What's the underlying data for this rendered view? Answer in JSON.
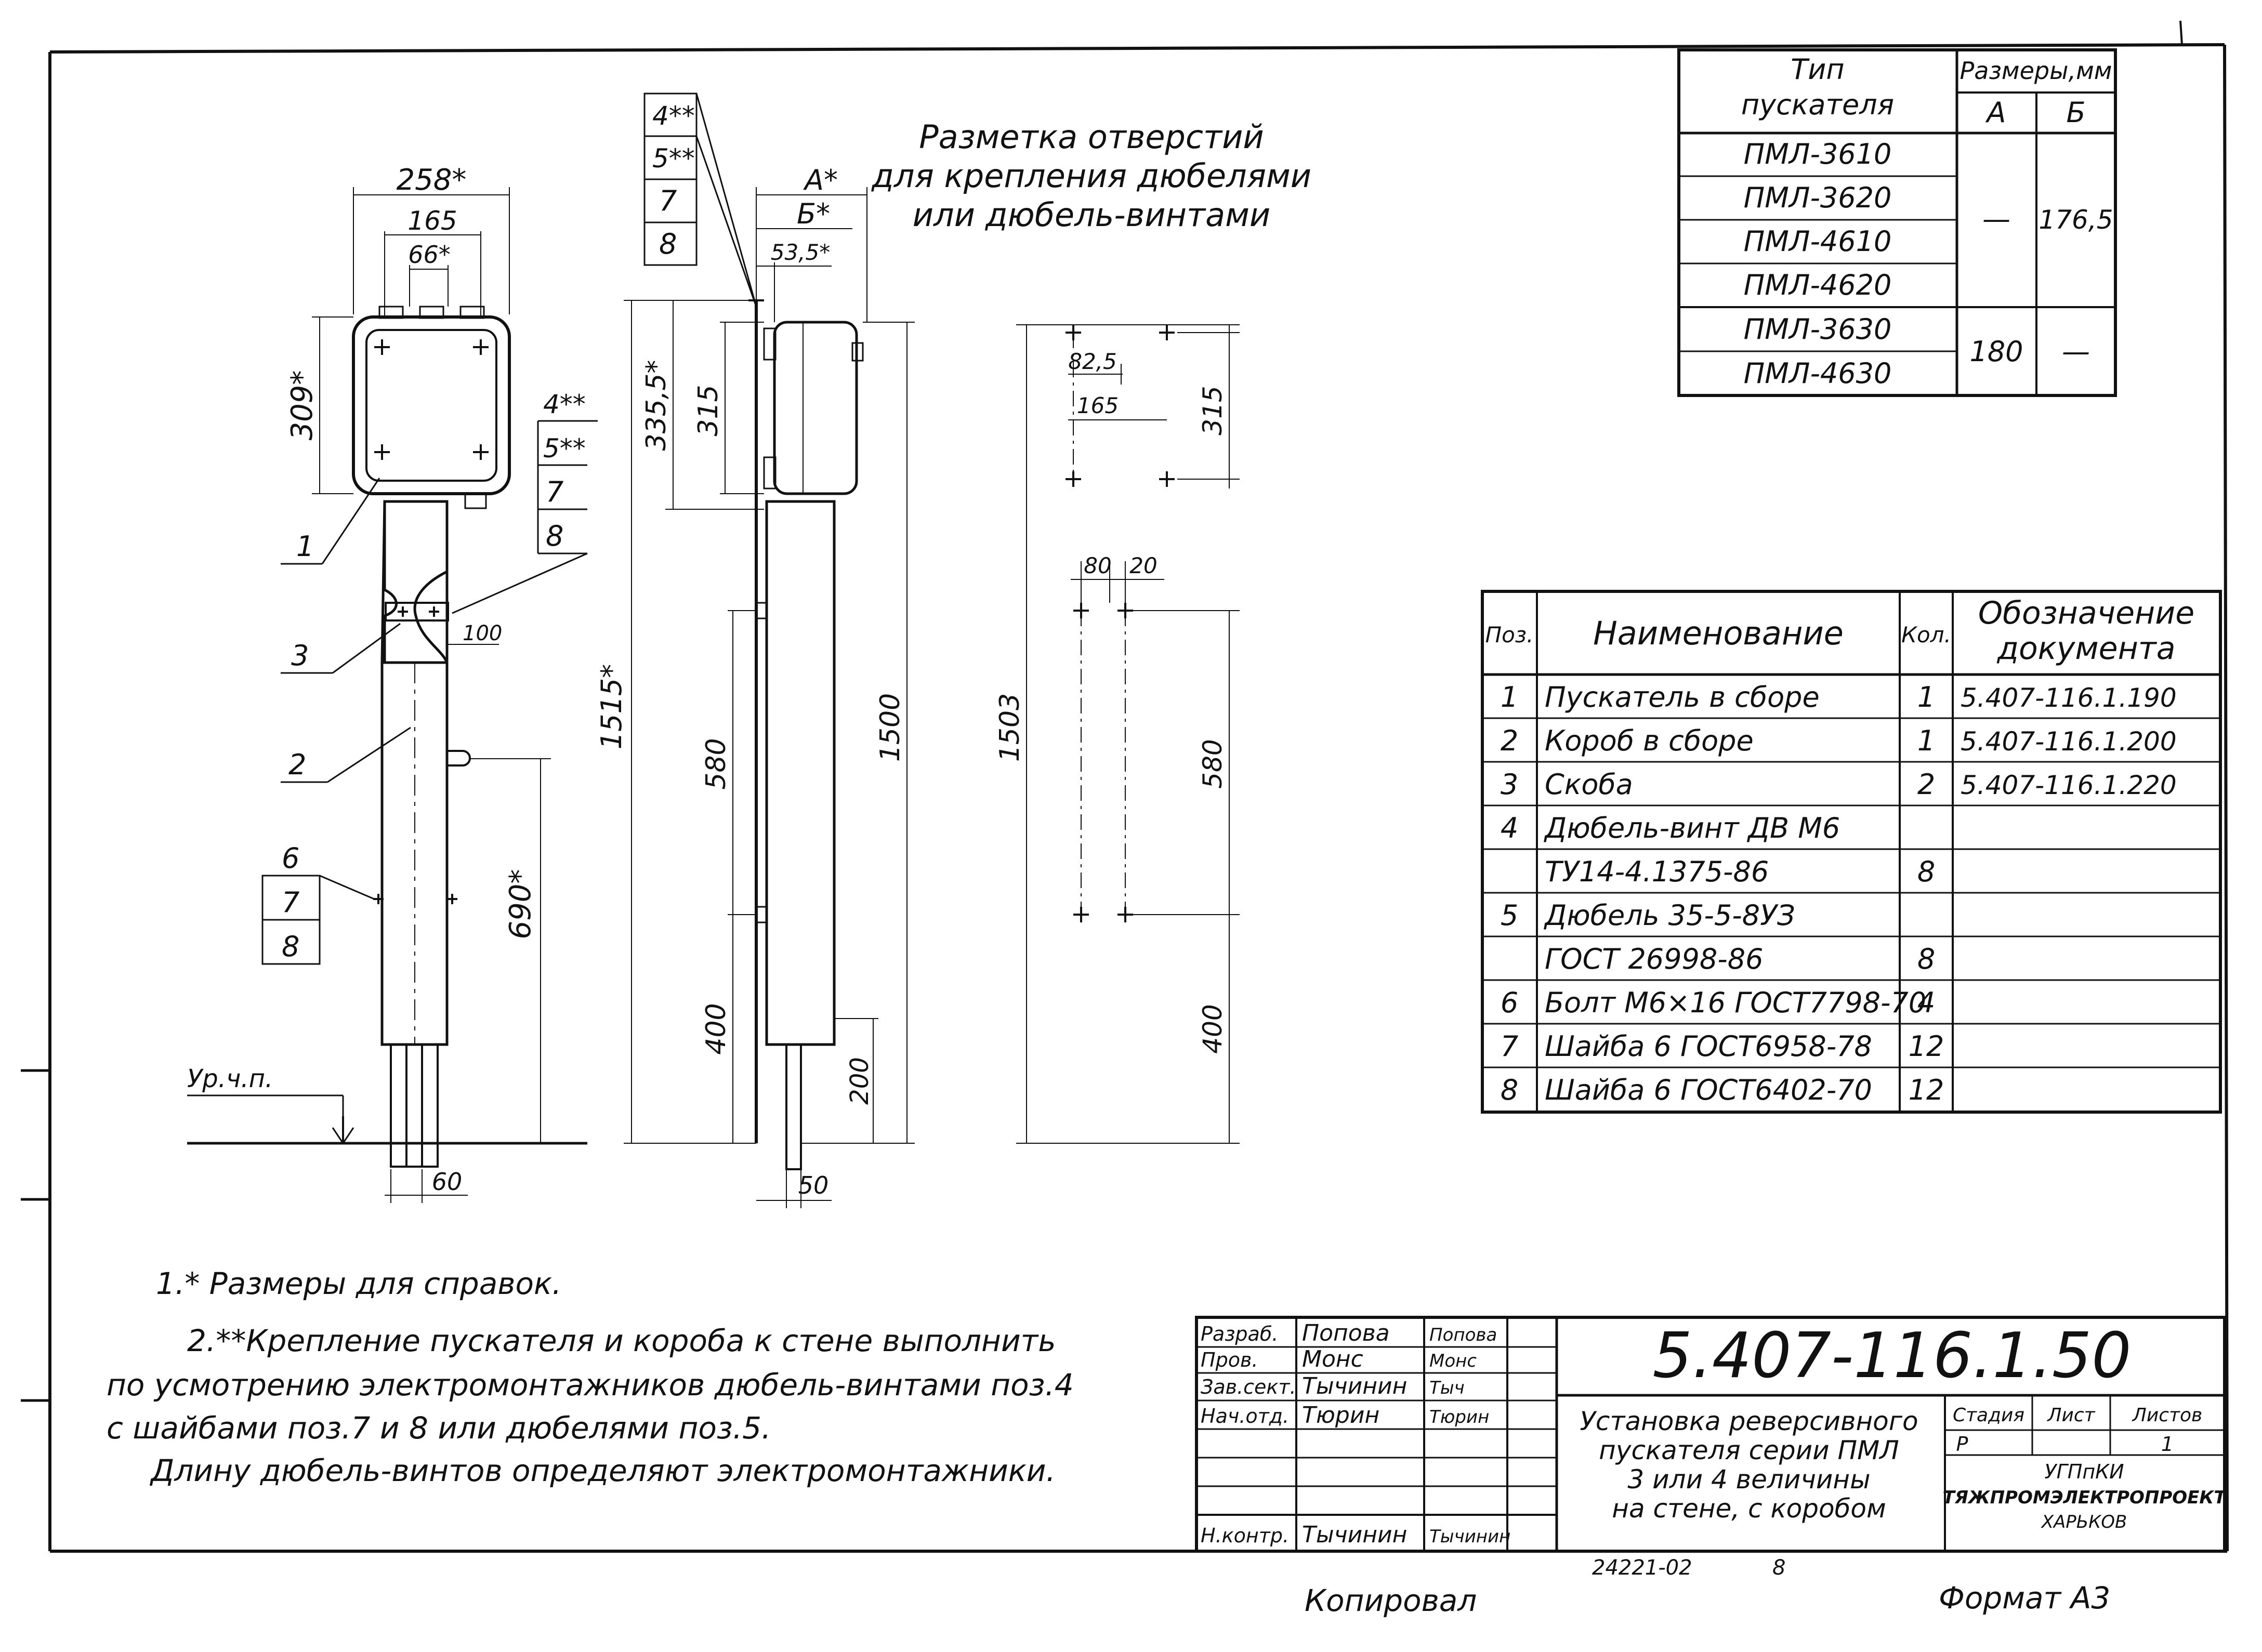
{
  "title_block": {
    "doc_number": "5.407-116.1.50",
    "title_lines": [
      "Установка реверсивного",
      "пускателя серии ПМЛ",
      "3 или 4 величины",
      "на стене, с коробом"
    ],
    "stage_header": "Стадия",
    "sheet_header": "Лист",
    "sheets_header": "Листов",
    "stage": "Р",
    "sheet": "",
    "sheets": "1",
    "org_lines": [
      "УГПпКИ",
      "ТЯЖПРОМЭЛЕКТРОПРОЕКТ",
      "ХАРЬКОВ"
    ],
    "roles": [
      {
        "role": "Разраб.",
        "name": "Попова",
        "sign": "Попова"
      },
      {
        "role": "Пров.",
        "name": "Монс",
        "sign": "Монс"
      },
      {
        "role": "Зав.сект.",
        "name": "Тычинин",
        "sign": "Тыч"
      },
      {
        "role": "Нач.отд.",
        "name": "Тюрин",
        "sign": "Тюрин"
      },
      {
        "role": "",
        "name": "",
        "sign": ""
      },
      {
        "role": "",
        "name": "",
        "sign": ""
      },
      {
        "role": "",
        "name": "",
        "sign": ""
      },
      {
        "role": "Н.контр.",
        "name": "Тычинин",
        "sign": "Тычинин"
      }
    ]
  },
  "bottom": {
    "inv": "24221-02",
    "inv_page": "8",
    "copied": "Копировал",
    "format": "Формат А3"
  },
  "type_table": {
    "header_type": [
      "Тип",
      "пускателя"
    ],
    "header_size": "Размеры,мм",
    "col_a": "А",
    "col_b": "Б",
    "rows": [
      "ПМЛ-3610",
      "ПМЛ-3620",
      "ПМЛ-4610",
      "ПМЛ-4620",
      "ПМЛ-3630",
      "ПМЛ-4630"
    ],
    "group1_a": "—",
    "group1_b": "176,5",
    "group2_a": "180",
    "group2_b": "—"
  },
  "spec_table": {
    "headers": [
      "Поз.",
      "Наименование",
      "Кол.",
      "Обозначение",
      "документа"
    ],
    "rows": [
      {
        "pos": "1",
        "name": "Пускатель в сборе",
        "qty": "1",
        "doc": "5.407-116.1.190"
      },
      {
        "pos": "2",
        "name": "Короб в сборе",
        "qty": "1",
        "doc": "5.407-116.1.200"
      },
      {
        "pos": "3",
        "name": "Скоба",
        "qty": "2",
        "doc": "5.407-116.1.220"
      },
      {
        "pos": "4",
        "name": "Дюбель-винт ДВ М6",
        "qty": "",
        "doc": ""
      },
      {
        "pos": "",
        "name": "ТУ14-4.1375-86",
        "qty": "8",
        "doc": ""
      },
      {
        "pos": "5",
        "name": "Дюбель 35-5-8УЗ",
        "qty": "",
        "doc": ""
      },
      {
        "pos": "",
        "name": "ГОСТ 26998-86",
        "qty": "8",
        "doc": ""
      },
      {
        "pos": "6",
        "name": "Болт М6×16 ГОСТ7798-70",
        "qty": "4",
        "doc": ""
      },
      {
        "pos": "7",
        "name": "Шайба 6 ГОСТ6958-78",
        "qty": "12",
        "doc": ""
      },
      {
        "pos": "8",
        "name": "Шайба 6 ГОСТ6402-70",
        "qty": "12",
        "doc": ""
      }
    ]
  },
  "notes": {
    "n1": "1.* Размеры для справок.",
    "n2a": "2.**Крепление пускателя и короба к стене выполнить",
    "n2b": "по усмотрению электромонтажников дюбель-винтами поз.4",
    "n2c": "с шайбами поз.7 и 8 или дюбелями поз.5.",
    "n3": "Длину дюбель-винтов определяют электромонтажники."
  },
  "drawing": {
    "marking_title": [
      "Разметка отверстий",
      "для крепления дюбелями",
      "или дюбель-винтами"
    ],
    "floor_label": "Ур.ч.п.",
    "front": {
      "dim_258": "258*",
      "dim_165": "165",
      "dim_66": "66*",
      "dim_309": "309*",
      "dim_100": "100",
      "dim_690": "690*",
      "dim_60": "60",
      "callout_1": "1",
      "callout_2": "2",
      "callout_3": "3",
      "callout_stack_top": [
        "4**",
        "5**",
        "7",
        "8"
      ],
      "callout_stack_bot": [
        "6",
        "7",
        "8"
      ]
    },
    "side": {
      "callout_stack": [
        "4**",
        "5**",
        "7",
        "8"
      ],
      "dim_A": "А*",
      "dim_B": "Б*",
      "dim_535": "53,5*",
      "dim_3355": "335,5*",
      "dim_315": "315",
      "dim_1515": "1515*",
      "dim_580": "580",
      "dim_400": "400",
      "dim_1500": "1500",
      "dim_200": "200",
      "dim_50": "50"
    },
    "marking": {
      "dim_825": "82,5",
      "dim_165": "165",
      "dim_315": "315",
      "dim_80": "80",
      "dim_20": "20",
      "dim_1503": "1503",
      "dim_580": "580",
      "dim_400": "400"
    }
  }
}
